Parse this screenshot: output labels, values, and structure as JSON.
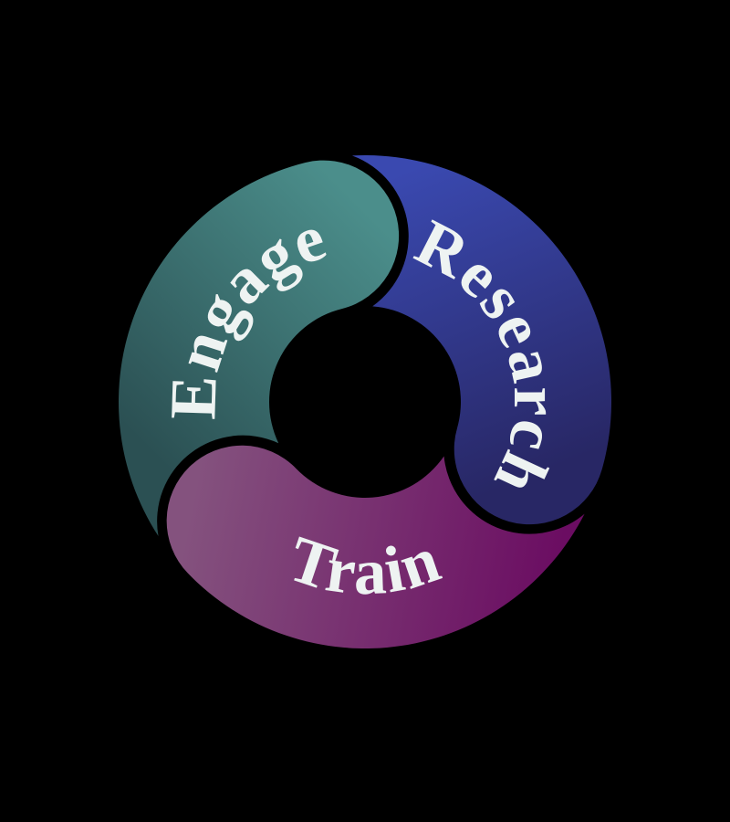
{
  "diagram": {
    "type": "cycle-diagram",
    "background": "#000000",
    "label_color": "#eef3f2",
    "segments": [
      {
        "id": "engage",
        "label": "Engage",
        "position": "upper-left",
        "color_from": "#2b5053",
        "color_to": "#4b8e8b"
      },
      {
        "id": "research",
        "label": "Research",
        "position": "right",
        "color_from": "#3a49b0",
        "color_to": "#282765"
      },
      {
        "id": "train",
        "label": "Train",
        "position": "bottom",
        "color_from": "#84527e",
        "color_to": "#6b0d62"
      }
    ]
  }
}
